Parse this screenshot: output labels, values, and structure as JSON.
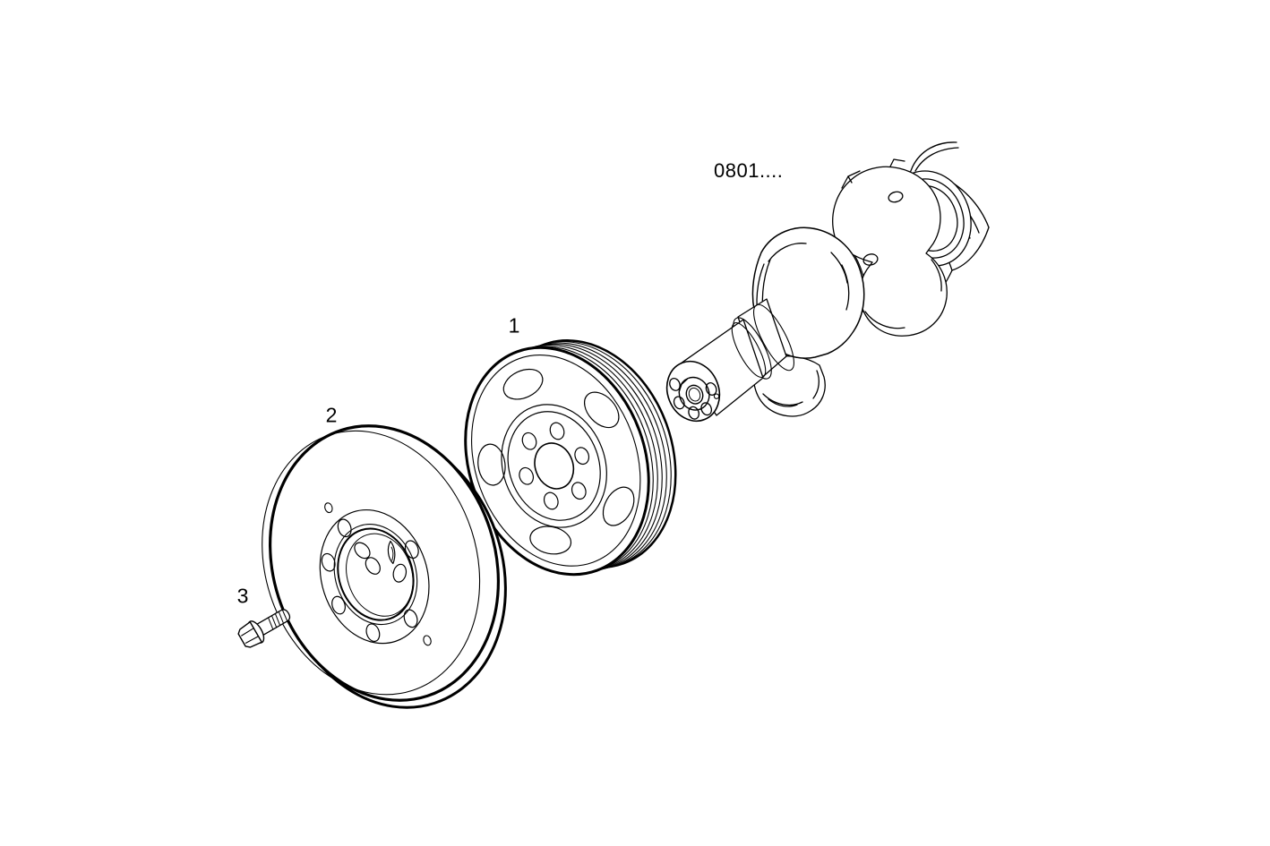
{
  "page": {
    "background_color": "#ffffff",
    "line_color": "#000000"
  },
  "diagram": {
    "callouts": [
      {
        "text": "1"
      },
      {
        "text": "2"
      },
      {
        "text": "3"
      }
    ],
    "reference_label": {
      "text": "0801...."
    }
  }
}
